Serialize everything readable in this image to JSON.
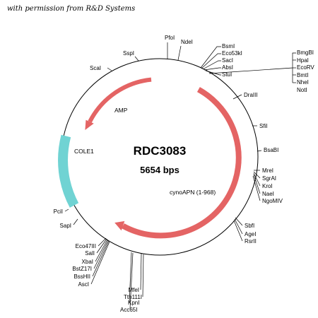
{
  "caption": "with permission from R&D Systems",
  "plasmid": {
    "name": "RDC3083",
    "size": "5654 bps"
  },
  "features": {
    "amp": "AMP",
    "cole1": "COLE1",
    "cyno": "cynoAPN (1-968)"
  },
  "sites": {
    "pfoi": "PfoI",
    "ndei": "NdeI",
    "sspi": "SspI",
    "scai": "ScaI",
    "bsmi": "BsmI",
    "eco53ki": "Eco53kI",
    "saci": "SacI",
    "absi": "AbsI",
    "stui": "StuI",
    "bmgbi": "BmgBI",
    "hpai": "HpaI",
    "ecorv": "EcoRV",
    "bmti": "BmtI",
    "nhei": "NheI",
    "noti": "NotI",
    "draiii": "DraIII",
    "sfii": "SfiI",
    "bsabi": "BsaBI",
    "mrei": "MreI",
    "sgrai": "SgrAI",
    "kroi": "KroI",
    "naei": "NaeI",
    "ngomiv": "NgoMIV",
    "sbfi": "SbfI",
    "agei": "AgeI",
    "rsrii": "RsrII",
    "pcii": "PciI",
    "sapi": "SapI",
    "eco47iii": "Eco47III",
    "sali": "SalI",
    "xbai": "XbaI",
    "bstz17i": "BstZ17I",
    "bsshii": "BssHII",
    "asci": "AscI",
    "mfei": "MfeI",
    "tth111i": "Tth111I",
    "kpni": "KpnI",
    "acc65i": "Acc65I"
  },
  "colors": {
    "backbone": "#000000",
    "cds_arrow": "#e46464",
    "cole1": "#70d3d3"
  }
}
